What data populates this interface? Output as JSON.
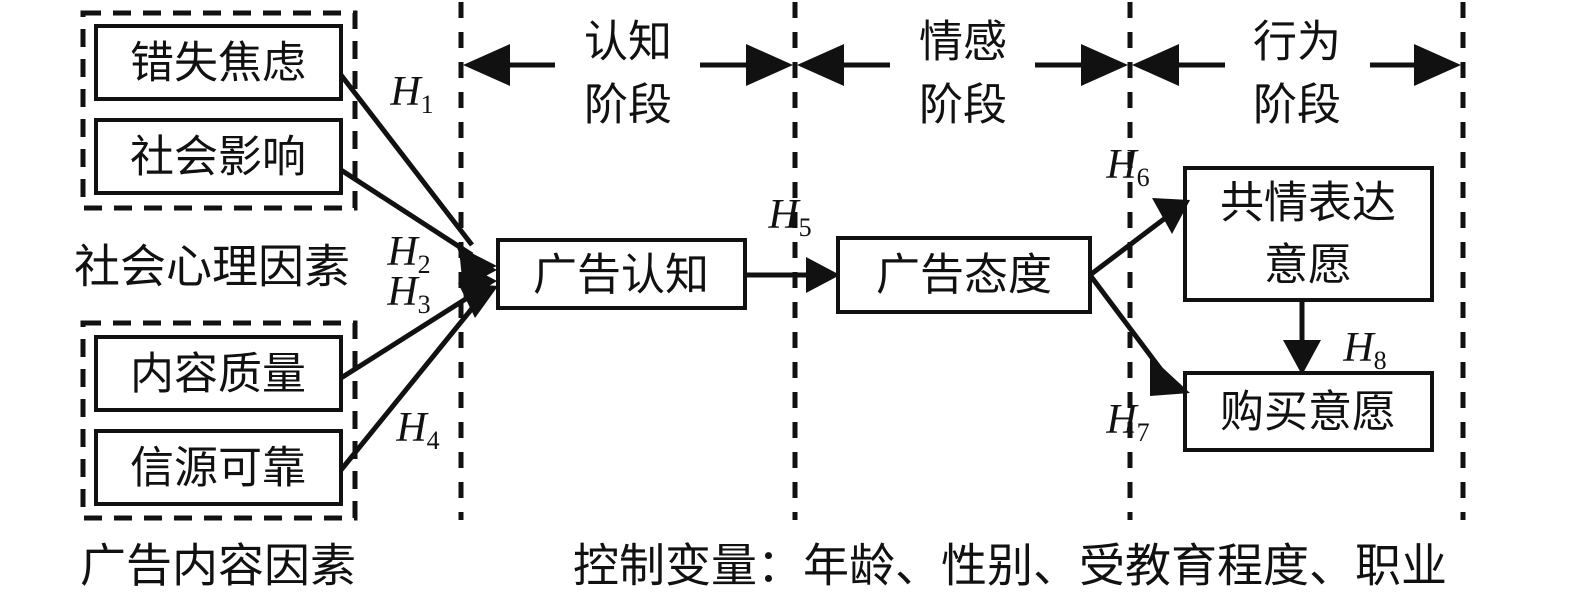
{
  "diagram": {
    "title_hidden": "",
    "colors": {
      "stroke": "#111111",
      "background": "#ffffff"
    },
    "groups": [
      {
        "id": "social-psych",
        "caption": "社会心理因素",
        "boxes": [
          "错失焦虑",
          "社会影响"
        ]
      },
      {
        "id": "ad-content",
        "caption": "广告内容因素",
        "boxes": [
          "内容质量",
          "信源可靠"
        ]
      }
    ],
    "nodes": {
      "fomo": "错失焦虑",
      "social_influence": "社会影响",
      "content_quality": "内容质量",
      "source_credibility": "信源可靠",
      "ad_cognition": "广告认知",
      "ad_attitude": "广告态度",
      "empathy_line1": "共情表达",
      "empathy_line2": "意愿",
      "purchase_intention": "购买意愿"
    },
    "stages": [
      {
        "id": "cognitive",
        "line1": "认知",
        "line2": "阶段"
      },
      {
        "id": "affective",
        "line1": "情感",
        "line2": "阶段"
      },
      {
        "id": "behavioral",
        "line1": "行为",
        "line2": "阶段"
      }
    ],
    "hypotheses": [
      {
        "id": "h1",
        "base": "H",
        "sub": "1"
      },
      {
        "id": "h2",
        "base": "H",
        "sub": "2"
      },
      {
        "id": "h3",
        "base": "H",
        "sub": "3"
      },
      {
        "id": "h4",
        "base": "H",
        "sub": "4"
      },
      {
        "id": "h5",
        "base": "H",
        "sub": "5"
      },
      {
        "id": "h6",
        "base": "H",
        "sub": "6"
      },
      {
        "id": "h7",
        "base": "H",
        "sub": "7"
      },
      {
        "id": "h8",
        "base": "H",
        "sub": "8"
      }
    ],
    "footer": {
      "left_caption": "广告内容因素",
      "control_variables": "控制变量：年龄、性别、受教育程度、职业"
    }
  }
}
